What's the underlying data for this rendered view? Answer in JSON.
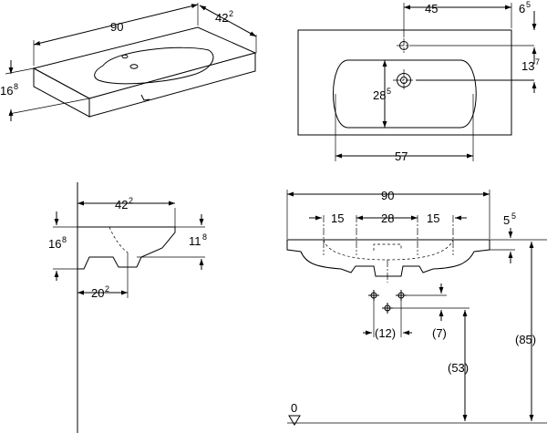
{
  "iso_view": {
    "width": {
      "main": "90",
      "sup": ""
    },
    "depth": {
      "main": "42",
      "sup": "2"
    },
    "height": {
      "main": "16",
      "sup": "8"
    }
  },
  "top_view": {
    "tap_offset": {
      "main": "45",
      "sup": ""
    },
    "tap_edge": {
      "main": "6",
      "sup": "5"
    },
    "drain_offset": {
      "main": "13",
      "sup": "7"
    },
    "basin_depth": {
      "main": "28",
      "sup": "5"
    },
    "basin_width": {
      "main": "57",
      "sup": ""
    }
  },
  "side_view": {
    "depth": {
      "main": "42",
      "sup": "2"
    },
    "height_left": {
      "main": "16",
      "sup": "8"
    },
    "height_right": {
      "main": "11",
      "sup": "8"
    },
    "drain_distance": {
      "main": "20",
      "sup": "2"
    }
  },
  "front_view": {
    "width": {
      "main": "90",
      "sup": ""
    },
    "hole_left": {
      "main": "15",
      "sup": ""
    },
    "hole_middle": {
      "main": "28",
      "sup": ""
    },
    "hole_right": {
      "main": "15",
      "sup": ""
    },
    "rim": {
      "main": "5",
      "sup": "5"
    },
    "spacing_12": "(12)",
    "spacing_7": "(7)",
    "height_53": "(53)",
    "height_85": "(85)",
    "floor": "0"
  }
}
